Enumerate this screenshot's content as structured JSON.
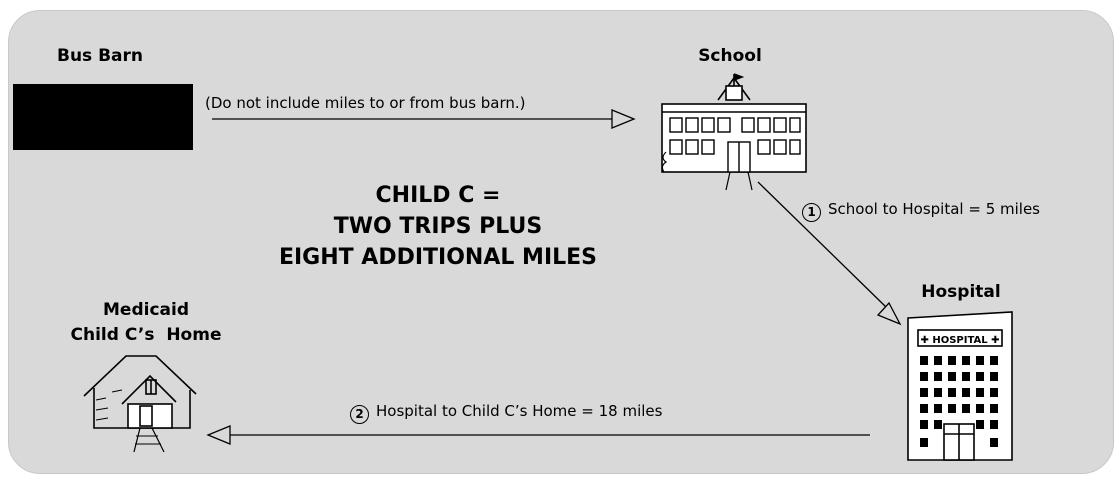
{
  "nodes": {
    "bus_barn": "Bus Barn",
    "school": "School",
    "hospital": "Hospital",
    "home_line1": "Medicaid",
    "home_line2": "Child C’s  Home"
  },
  "note_bus_barn": "(Do not include miles to or from bus barn.)",
  "headline": {
    "line1": "CHILD C =",
    "line2": "TWO TRIPS PLUS",
    "line3": "EIGHT ADDITIONAL MILES"
  },
  "legs": [
    {
      "number": "1",
      "label": "School to Hospital = 5 miles"
    },
    {
      "number": "2",
      "label": "Hospital to Child C’s Home = 18 miles"
    }
  ],
  "colors": {
    "panel": "#d9d9d9",
    "ink": "#000000",
    "bus_barn_block": "#000000"
  },
  "icons": [
    "school-icon",
    "hospital-icon",
    "house-icon",
    "bus-barn-block"
  ]
}
